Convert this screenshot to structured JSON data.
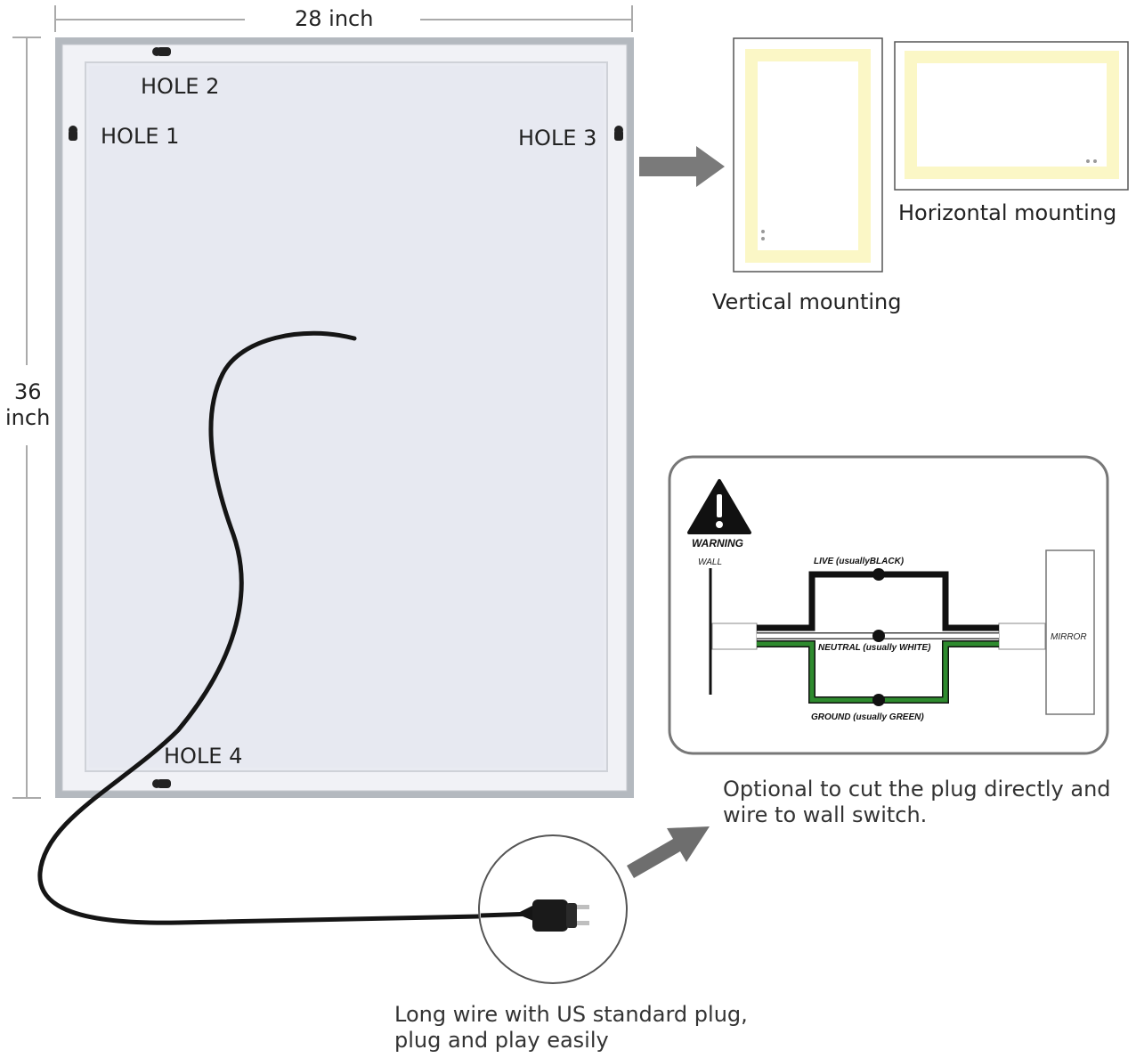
{
  "dimensions": {
    "width_label": "28 inch",
    "height_label_line1": "36",
    "height_label_line2": "inch"
  },
  "holes": {
    "hole1": "HOLE 1",
    "hole2": "HOLE 2",
    "hole3": "HOLE 3",
    "hole4": "HOLE 4"
  },
  "mounting": {
    "vertical_label": "Vertical mounting",
    "horizontal_label": "Horizontal mounting"
  },
  "wiring": {
    "warning": "WARNING",
    "wall": "WALL",
    "live": "LIVE (usuallyBLACK)",
    "neutral": "NEUTRAL (usually WHITE)",
    "ground": "GROUND (usually GREEN)",
    "mirror": "MIRROR",
    "colors": {
      "live": "#111111",
      "neutral": "#ffffff",
      "ground": "#2e8b2e"
    }
  },
  "captions": {
    "wiring_line1": "Optional to cut the plug directly and",
    "wiring_line2": "wire to wall switch.",
    "plug_line1": "Long wire with US standard plug,",
    "plug_line2": "plug and play easily"
  },
  "colors": {
    "mirror_face": "#e9ebf2",
    "frame": "#a9aeb4",
    "led_glow": "#fbf7c6",
    "arrow": "#7a7a7a"
  }
}
